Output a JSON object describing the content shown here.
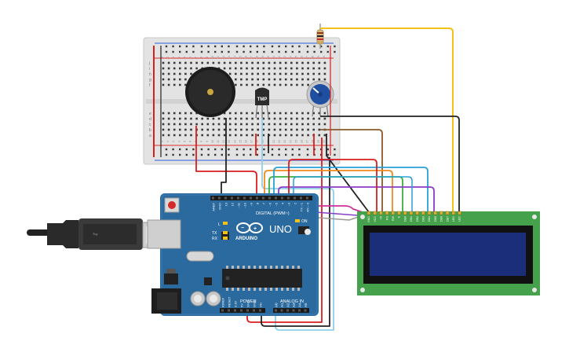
{
  "components": {
    "breadboard": {
      "row_letters_top": [
        "j",
        "i",
        "h",
        "g",
        "f"
      ],
      "row_letters_bottom": [
        "e",
        "d",
        "c",
        "b",
        "a"
      ],
      "column_numbers": [
        "1",
        "2",
        "3",
        "4",
        "5",
        "6",
        "7",
        "8",
        "9",
        "10",
        "11",
        "12",
        "13",
        "14",
        "15",
        "16",
        "17",
        "18",
        "19",
        "20",
        "21",
        "22",
        "23",
        "24",
        "25",
        "26",
        "27",
        "28",
        "29",
        "30"
      ]
    },
    "temp_sensor": {
      "label": "TMP"
    },
    "arduino": {
      "brand_label": "ARDUINO",
      "model_label": "UNO",
      "digital_label": "DIGITAL (PWM~)",
      "power_label": "POWER",
      "analog_label": "ANALOG IN",
      "on_label": "ON",
      "tx_label": "TX",
      "rx_label": "RX",
      "l_label": "L",
      "digital_pins": [
        "AREF",
        "GND",
        "13",
        "12",
        "~11",
        "~10",
        "~9",
        "8",
        "7",
        "~6",
        "~5",
        "4",
        "~3",
        "2",
        "TX→1",
        "RX←0"
      ],
      "power_pins": [
        "IOREF",
        "RESET",
        "3.3V",
        "5V",
        "GND",
        "GND",
        "Vin"
      ],
      "analog_pins": [
        "A0",
        "A1",
        "A2",
        "A3",
        "A4",
        "A5"
      ]
    },
    "lcd": {
      "pin_labels": [
        "GND",
        "VCC",
        "V0",
        "RS",
        "RW",
        "E",
        "DB0",
        "DB1",
        "DB2",
        "DB3",
        "DB4",
        "DB5",
        "DB6",
        "DB7",
        "LED",
        "LED"
      ]
    }
  },
  "colors": {
    "breadboard": "#e3e3e3",
    "rail_red": "#e02b2b",
    "rail_blue": "#2b5fe0",
    "arduino": "#2b6a9e",
    "lcd_board": "#45a14b",
    "lcd_screen": "#1b2e79",
    "wire_black": "#222222",
    "wire_red": "#d81f1f",
    "wire_yellow": "#f2c21a",
    "wire_brown": "#8a5a2b",
    "wire_orange": "#f08a1c",
    "wire_green": "#3cae3c",
    "wire_blue": "#2aa0d8",
    "wire_purple": "#8a3cc8",
    "wire_magenta": "#d0309a",
    "wire_lightblue": "#8fd0ea",
    "wire_gray": "#9a9a9a"
  }
}
